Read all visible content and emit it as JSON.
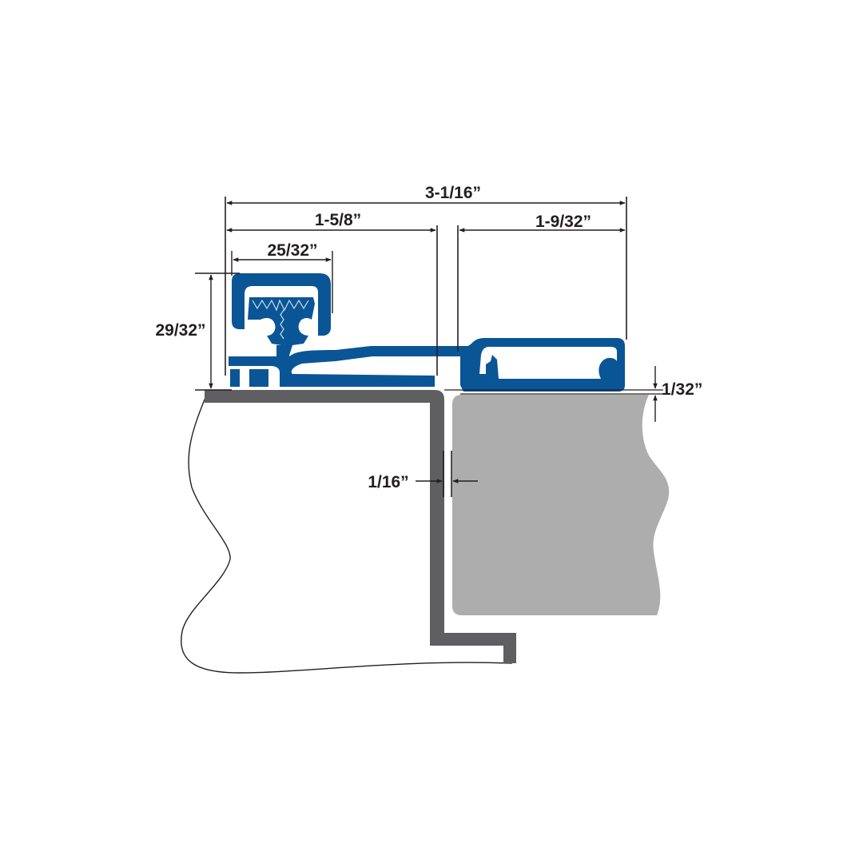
{
  "diagram": {
    "subject": "continuous geared hinge cross-section on door frame",
    "colors": {
      "hinge_profile": "#0a5596",
      "hinge_inner": "#ffffff",
      "frame": "#5f5e60",
      "door": "#adadad",
      "dimension_line": "#231f20",
      "background": "#ffffff"
    },
    "dimensions": {
      "overall_width": "3-1/16”",
      "frame_leaf_width": "1-5/8”",
      "door_leaf_width": "1-9/32”",
      "knuckle_width": "25/32”",
      "height": "29/32”",
      "leaf_clearance": "1/32”",
      "door_gap": "1/16”"
    },
    "components": {
      "frame_leaf": "Frame leaf with geared knuckle",
      "door_leaf": "Door leaf",
      "frame": "Door frame (dark gray)",
      "door": "Door (light gray)"
    }
  }
}
